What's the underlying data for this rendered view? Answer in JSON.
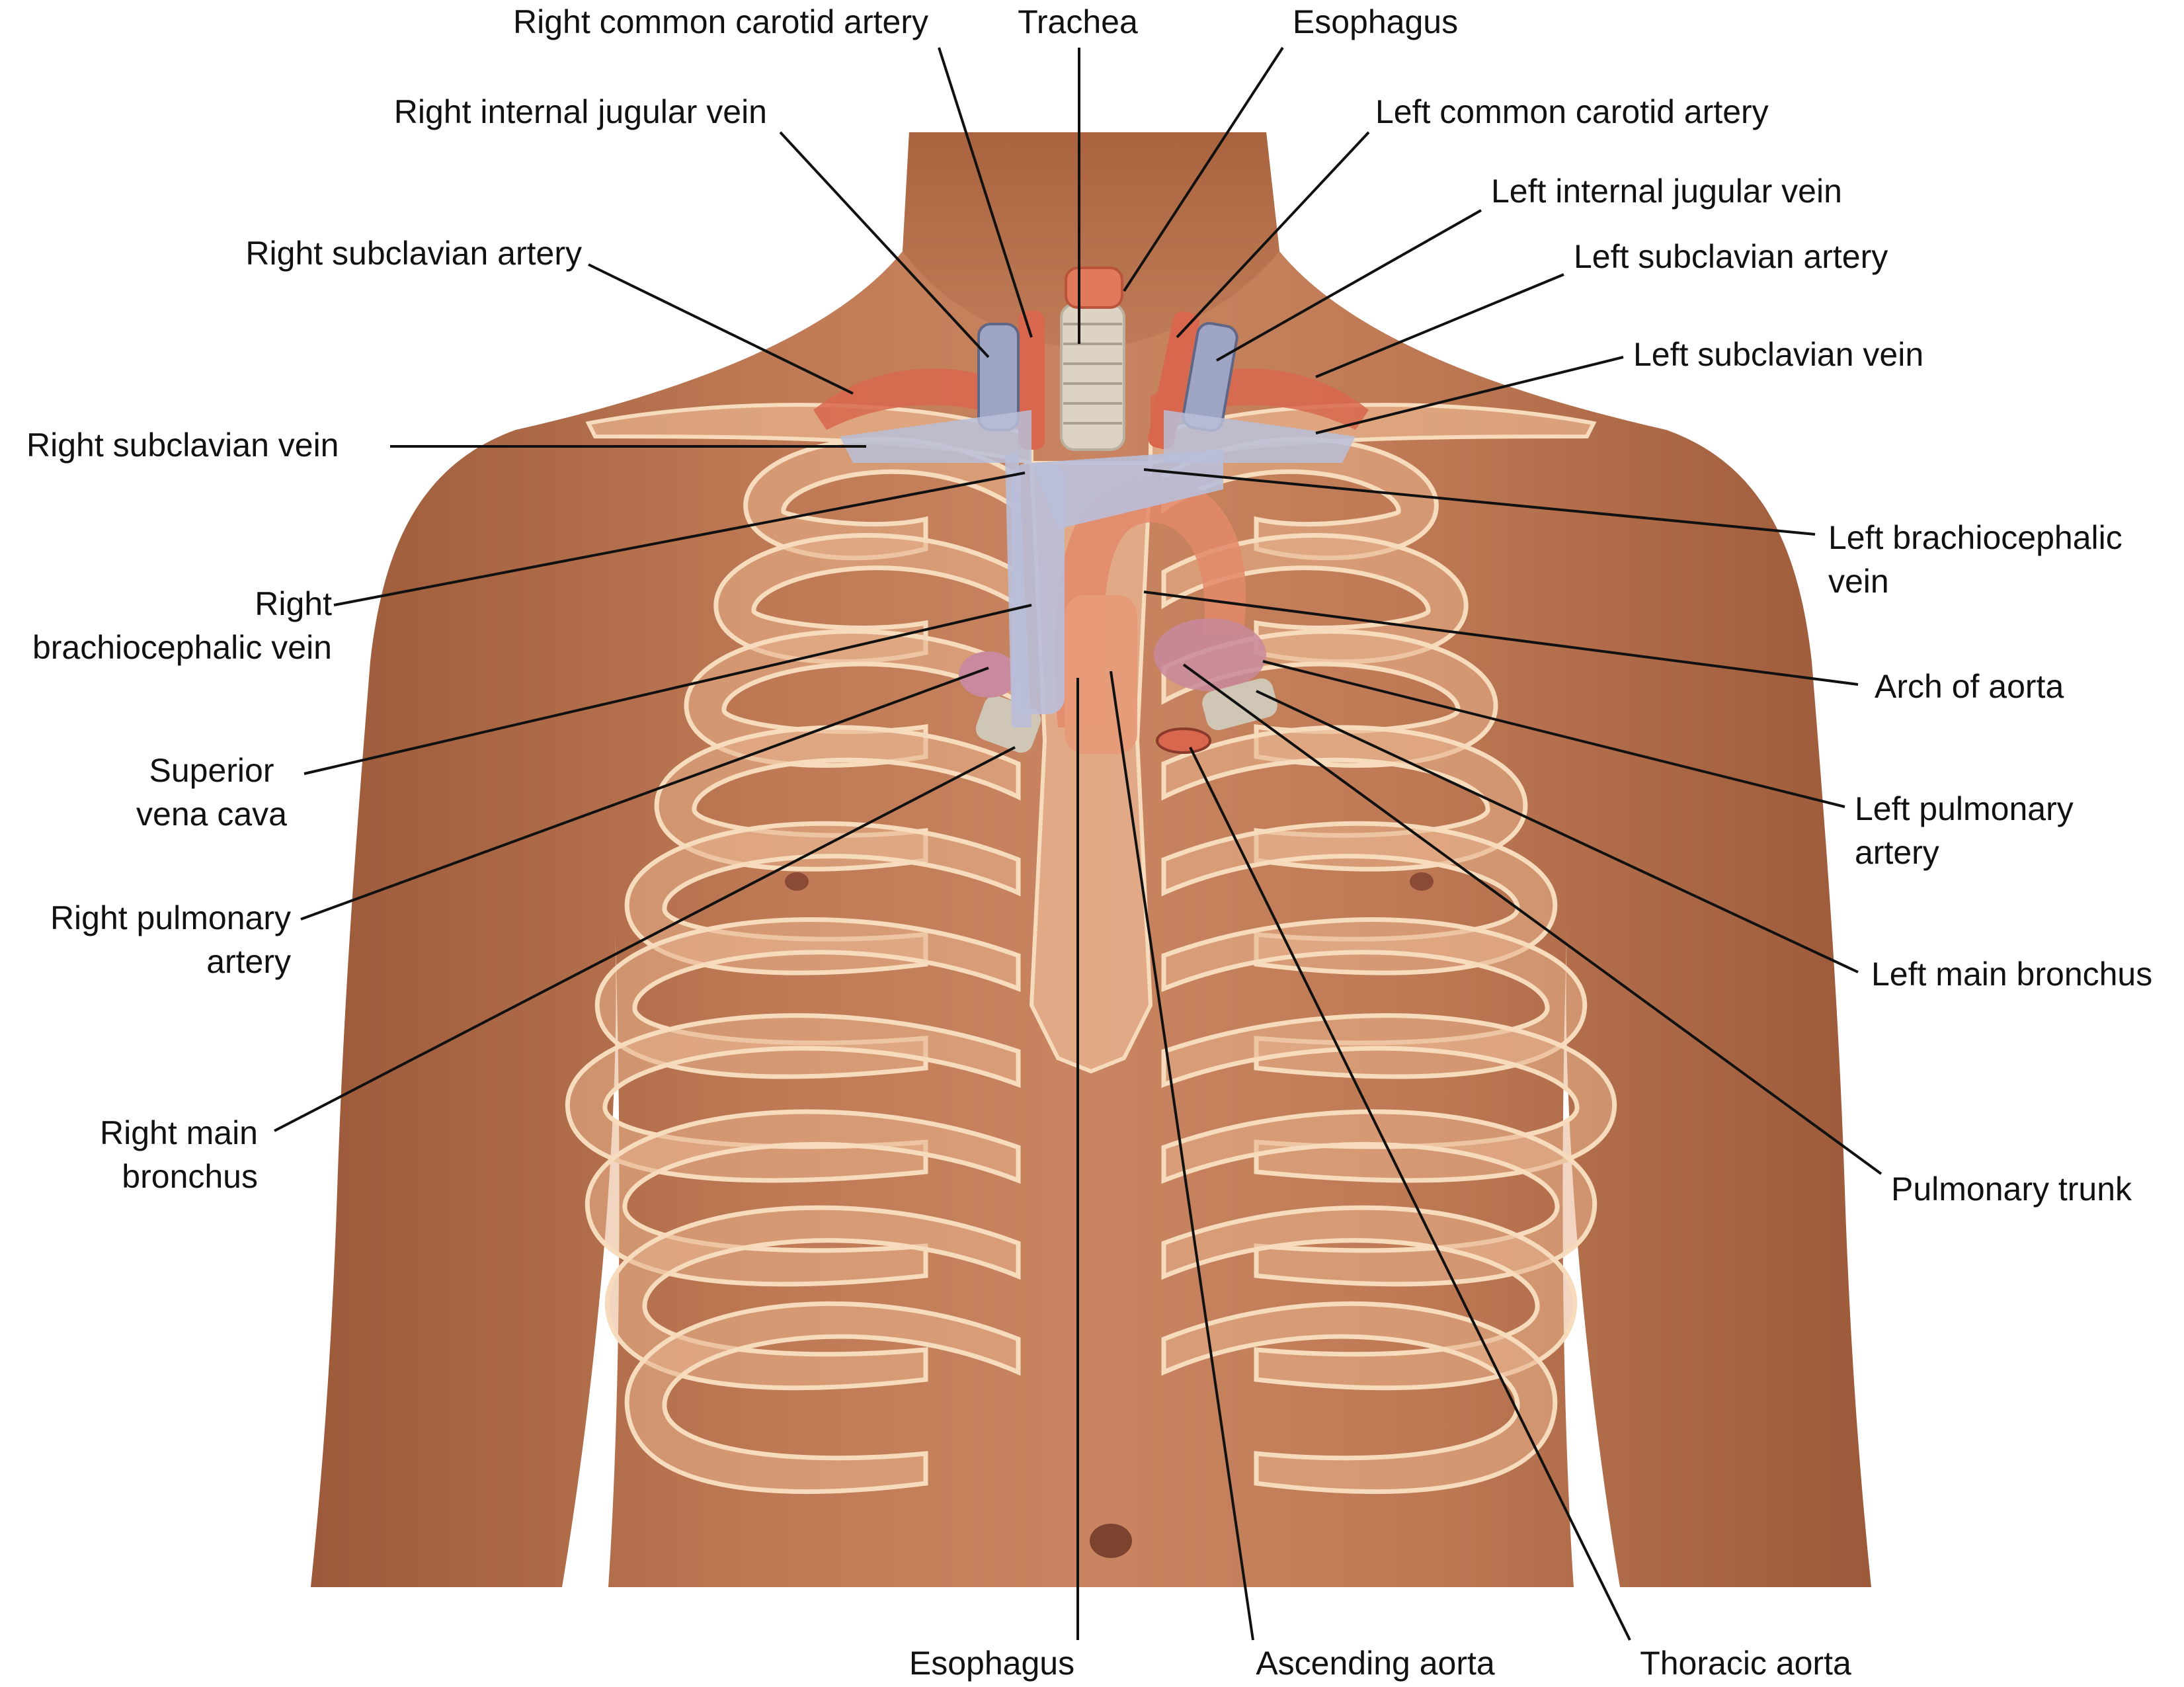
{
  "colors": {
    "background": "#ffffff",
    "skin": "#b36b48",
    "rib_fill": "#e8b28c",
    "rib_outline": "#f6dcbd",
    "artery": "#d96a50",
    "vein": "#9aa0c0",
    "trachea": "#d9d2c4",
    "leader_line": "#111111"
  },
  "labels": {
    "right_common_carotid_artery": "Right common carotid artery",
    "trachea": "Trachea",
    "esophagus_top": "Esophagus",
    "right_internal_jugular_vein": "Right internal jugular vein",
    "left_common_carotid_artery": "Left common carotid artery",
    "left_internal_jugular_vein": "Left internal jugular vein",
    "right_subclavian_artery": "Right subclavian artery",
    "left_subclavian_artery": "Left subclavian artery",
    "left_subclavian_vein": "Left subclavian vein",
    "right_subclavian_vein": "Right subclavian vein",
    "left_brachiocephalic_vein_1": "Left brachiocephalic",
    "left_brachiocephalic_vein_2": "vein",
    "right_brachiocephalic_vein_1": "Right",
    "right_brachiocephalic_vein_2": "brachiocephalic vein",
    "arch_of_aorta": "Arch of aorta",
    "superior_vena_cava_1": "Superior",
    "superior_vena_cava_2": "vena cava",
    "left_pulmonary_artery_1": "Left pulmonary",
    "left_pulmonary_artery_2": "artery",
    "right_pulmonary_artery_1": "Right pulmonary",
    "right_pulmonary_artery_2": "artery",
    "left_main_bronchus": "Left main bronchus",
    "right_main_bronchus_1": "Right main",
    "right_main_bronchus_2": "bronchus",
    "pulmonary_trunk": "Pulmonary trunk",
    "esophagus_bottom": "Esophagus",
    "ascending_aorta": "Ascending aorta",
    "thoracic_aorta": "Thoracic aorta"
  }
}
